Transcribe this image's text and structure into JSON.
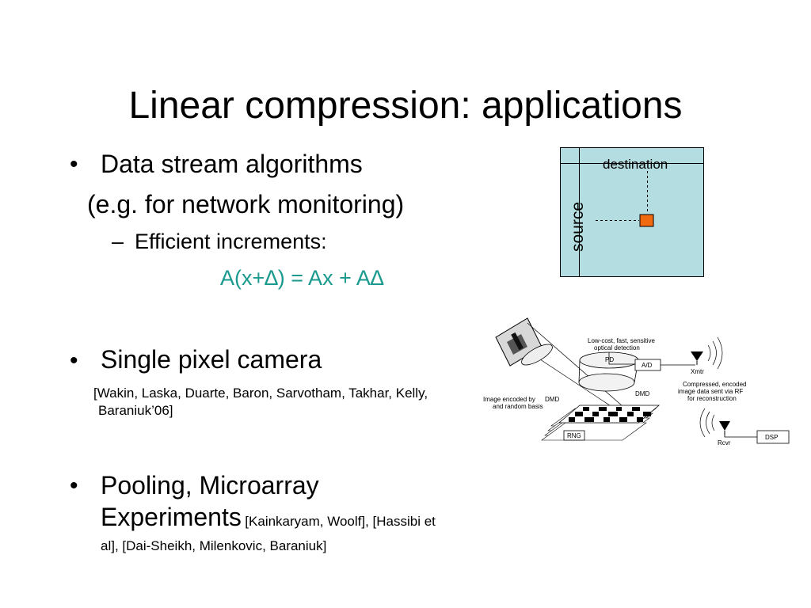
{
  "slide": {
    "title": "Linear compression: applications",
    "bullets": [
      {
        "marker": "•",
        "line1": "Data stream algorithms",
        "line2": "(e.g. for network monitoring)",
        "sub_marker": "–",
        "sub": "Efficient increments:",
        "equation": "A(x+∆) = Ax + A∆"
      },
      {
        "marker": "•",
        "text": "Single pixel camera",
        "citation_line1": "[Wakin, Laska, Duarte, Baron, Sarvotham, Takhar, Kelly,",
        "citation_line2": "Baraniuk’06]"
      },
      {
        "marker": "•",
        "line1": "Pooling, Microarray",
        "line2": "Experiments",
        "citation_inline": "[Kainkaryam, Woolf], [Hassibi et",
        "citation_line2": "al], [Dai-Sheikh, Milenkovic, Baraniuk]"
      }
    ]
  },
  "matrix_diagram": {
    "col_label": "destination",
    "row_label": "source",
    "fill_color": "#b3dde0",
    "marker_color": "#f26a10"
  },
  "camera_diagram": {
    "labels": {
      "detection": "Low-cost, fast, sensitive\noptical detection",
      "pd": "PD",
      "ad": "A/D",
      "xmtr": "Xmtr",
      "dmd_top": "DMD",
      "dmd_left": "DMD",
      "image_encoded": "Image encoded by\nand random basis",
      "compressed": "Compressed, encoded\nimage data sent via RF\nfor reconstruction",
      "rng": "RNG",
      "rcvr": "Rcvr",
      "dsp": "DSP"
    }
  }
}
